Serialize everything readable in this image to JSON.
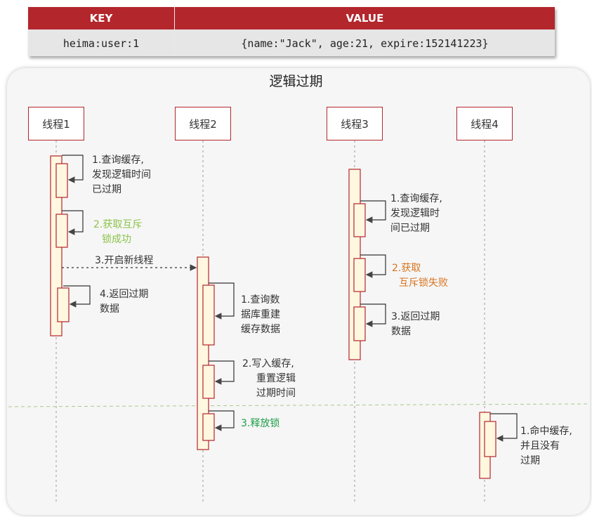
{
  "kv_table": {
    "headers": {
      "key": "KEY",
      "value": "VALUE"
    },
    "row": {
      "key": "heima:user:1",
      "value": "{name:\"Jack\", age:21, expire:152141223}"
    }
  },
  "panel": {
    "title": "逻辑过期"
  },
  "threads": [
    {
      "label": "线程1"
    },
    {
      "label": "线程2"
    },
    {
      "label": "线程3"
    },
    {
      "label": "线程4"
    }
  ],
  "thread1": {
    "step1": [
      "1.查询缓存,",
      "发现逻辑时间",
      "已过期"
    ],
    "step2": [
      "2.获取互斥",
      "锁成功"
    ],
    "step3": "3.开启新线程",
    "step4": [
      "4.返回过期",
      "数据"
    ]
  },
  "thread2": {
    "step1": [
      "1.查询数",
      "据库重建",
      "缓存数据"
    ],
    "step2": [
      "2.写入缓存,",
      "重置逻辑",
      "过期时间"
    ],
    "step3": "3.释放锁"
  },
  "thread3": {
    "step1": [
      "1.查询缓存,",
      "发现逻辑时",
      "间已过期"
    ],
    "step2": [
      "2.获取",
      "互斥锁失败"
    ],
    "step3": [
      "3.返回过期",
      "数据"
    ]
  },
  "thread4": {
    "step1": [
      "1.命中缓存,",
      "并且没有",
      "过期"
    ]
  },
  "colors": {
    "header_red": "#b3262c",
    "activation_fill": "#fff7df",
    "green_light": "#8bc34a",
    "green_dark": "#1f9e4a",
    "orange": "#d87420",
    "divider": "#a9c98c"
  }
}
